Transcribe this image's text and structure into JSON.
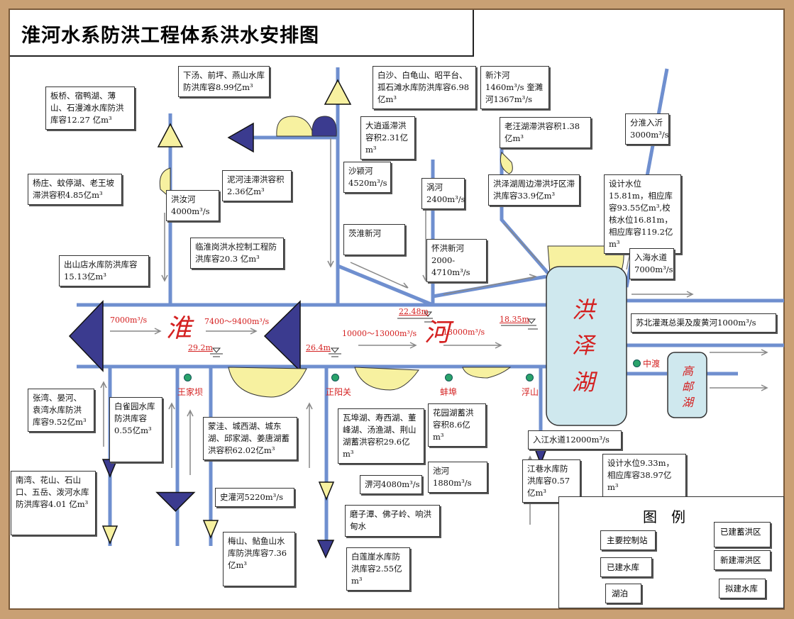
{
  "title": "淮河水系防洪工程体系洪水安排图",
  "colors": {
    "river": "#6f8fcf",
    "built_reservoir": "#f7f1a0",
    "planned_reservoir": "#3b3b8f",
    "lake": "#cfe8ee",
    "label": "#d42020"
  },
  "river_labels": {
    "huai": "淮",
    "he": "河",
    "hongze": [
      "洪",
      "泽",
      "湖"
    ],
    "gaoyou": [
      "高",
      "邮",
      "湖"
    ]
  },
  "flows": [
    "7000m³/s",
    "7400～9400m³/s",
    "10000～13000m³/s",
    "13000m³/s"
  ],
  "levels": [
    "29.2m",
    "26.4m",
    "22.48m",
    "18.35m"
  ],
  "stations": [
    "王家坝",
    "正阳关",
    "蚌埠",
    "浮山",
    "中渡"
  ],
  "callouts": [
    "板桥、宿鸭湖、薄山、石漫滩水库防洪库容12.27 亿m³",
    "下汤、前坪、燕山水库防洪库容8.99亿m³",
    "白沙、白龟山、昭平台、孤石滩水库防洪库容6.98亿m³",
    "新汴河1460m³/s 奎濉河1367m³/s",
    "大逍遥滞洪容积2.31亿m³",
    "杨庄、蚊停湖、老王坡滞洪容积4.85亿m³",
    "泥河洼滞洪容积2.36亿m³",
    "洪汝河 4000m³/s",
    "沙颍河 4520m³/s",
    "老汪湖滞洪容积1.38亿m³",
    "分淮入沂 3000m³/s",
    "涡河 2400m³/s",
    "洪泽湖周边滞洪圩区滞洪库容33.9亿m³",
    "设计水位15.81m，相应库容93.55亿m³,校核水位16.81m，相应库容119.2亿m³",
    "茨淮新河",
    "临淮岗洪水控制工程防洪库容20.3 亿m³",
    "出山店水库防洪库容15.13亿m³",
    "怀洪新河 2000-4710m³/s",
    "入海水道 7000m³/s",
    "苏北灌溉总渠及废黄河1000m³/s",
    "张湾、晏河、袁湾水库防洪库容9.52亿m³",
    "白雀园水库防洪库容0.55亿m³",
    "蒙洼、城西湖、城东湖、邱家湖、姜唐湖蓄洪容积62.02亿m³",
    "瓦埠湖、寿西湖、董峰湖、汤渔湖、荆山湖蓄洪容积29.6亿m³",
    "花园湖蓄洪容积8.6亿m³",
    "淠河4080m³/s",
    "池河1880m³/s",
    "江巷水库防洪库容0.57亿m³",
    "入江水道12000m³/s",
    "设计水位9.33m，相应库容38.97亿m³",
    "南湾、花山、石山口、五岳、泼河水库防洪库容4.01 亿m³",
    "史灌河5220m³/s",
    "磨子潭、佛子岭、响洪甸水",
    "梅山、鲇鱼山水库防洪库容7.36亿m³",
    "白莲崖水库防洪库容2.55亿m³"
  ],
  "legend": {
    "title": "图　例",
    "items": [
      "主要控制站",
      "已建水库",
      "湖泊",
      "已建蓄洪区",
      "新建滞洪区",
      "拟建水库"
    ]
  }
}
